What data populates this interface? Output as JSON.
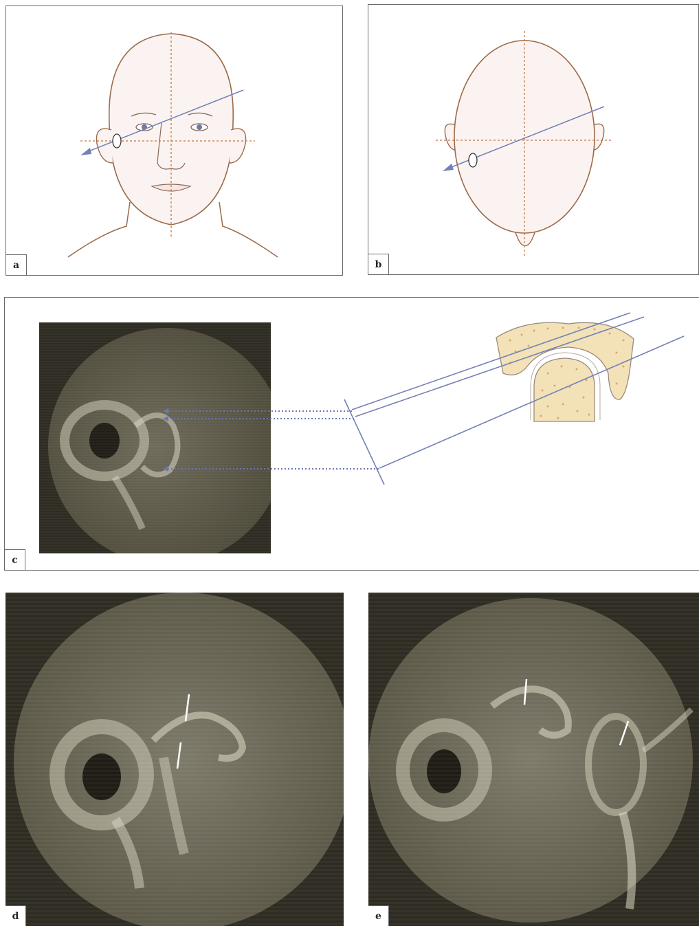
{
  "figure": {
    "panels": [
      {
        "id": "a",
        "label": "a",
        "kind": "frontal head schematic with beam projection"
      },
      {
        "id": "b",
        "label": "b",
        "kind": "top-down head schematic with beam projection"
      },
      {
        "id": "c",
        "label": "c",
        "kind": "radiograph with projection ray diagram of joint"
      },
      {
        "id": "d",
        "label": "d",
        "kind": "circular radiograph with two marker lines"
      },
      {
        "id": "e",
        "label": "e",
        "kind": "circular radiograph with two marker lines"
      }
    ],
    "colors": {
      "head_outline": "#9b6a4a",
      "skin_fill": "#fbf3f1",
      "guide_line": "#c8733a",
      "beam": "#7281b5",
      "bone_fill": "#f3e2b8",
      "bone_speckle": "#d9a86a",
      "film_dark": "#2e2c22",
      "film_field": "#6e6a5c"
    }
  }
}
